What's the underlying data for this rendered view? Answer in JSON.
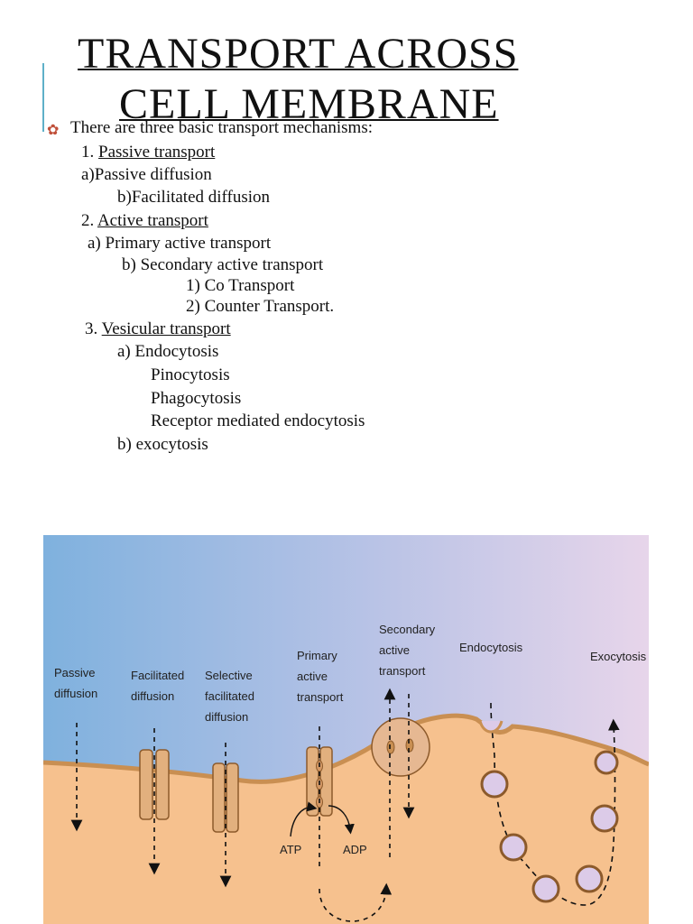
{
  "slide": {
    "title_line1": "TRANSPORT ACROSS",
    "title_line2": "CELL MEMBRANE",
    "intro": "There are three basic transport mechanisms:",
    "passive": {
      "num": "1.",
      "heading": "Passive transport",
      "a": "a)Passive diffusion",
      "b": "b)Facilitated diffusion"
    },
    "active": {
      "num": "2.",
      "heading": "Active transport",
      "a": "a) Primary active transport",
      "b": "b) Secondary active transport",
      "b1": "1) Co Transport",
      "b2": "2) Counter Transport."
    },
    "vesicular": {
      "num": "3.",
      "heading": "Vesicular transport",
      "a": "a) Endocytosis",
      "a1": "Pinocytosis",
      "a2": "Phagocytosis",
      "a3": "Receptor mediated endocytosis",
      "b": "b) exocytosis"
    }
  },
  "figure": {
    "passive_1": "Passive",
    "passive_2": "diffusion",
    "facilitated_1": "Facilitated",
    "facilitated_2": "diffusion",
    "selective_1": "Selective",
    "selective_2": "facilitated",
    "selective_3": "diffusion",
    "primary_1": "Primary",
    "primary_2": "active",
    "primary_3": "transport",
    "secondary_1": "Secondary",
    "secondary_2": "active",
    "secondary_3": "transport",
    "endocytosis": "Endocytosis",
    "exocytosis": "Exocytosis",
    "atp": "ATP",
    "adp": "ADP"
  },
  "colors": {
    "cytoplasm": "#f6c18e",
    "membrane": "#c98f52",
    "sky_left": "#7fb1de",
    "sky_right": "#e7d5ea",
    "vesicle": "#dccbe8"
  }
}
